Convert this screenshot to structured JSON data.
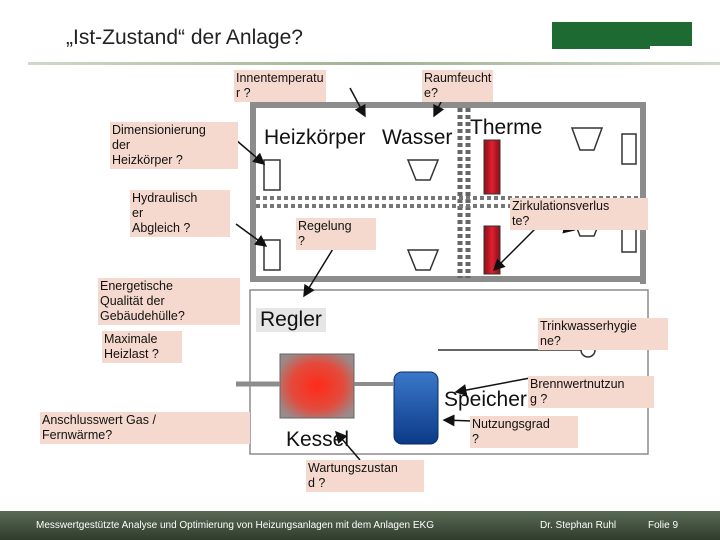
{
  "header": {
    "title": "„Ist-Zustand“ der Anlage?"
  },
  "labels": {
    "innentemperatur": "Innentemperatu\nr ?",
    "raumfeuchte": "Raumfeucht\ne?",
    "dimensionierung": "Dimensionierung\nder\nHeizkörper ?",
    "hydraulisch": "Hydraulisch\ner\nAbgleich ?",
    "energetisch": "Energetische\nQualität der\nGebäudehülle?",
    "maximale": "Maximale\nHeizlast ?",
    "anschluss": "Anschlusswert  Gas /\nFernwärme?",
    "regelung_q": "Regelung\n?",
    "zirkulation": "Zirkulationsverlus\nte?",
    "trinkwasser": "Trinkwasserhygie\nne?",
    "brennwert": "Brennwertnutzun\ng ?",
    "nutzungsgrad": "Nutzungsgrad\n?",
    "wartung": "Wartungszustan\nd ?"
  },
  "diagram": {
    "heizkoerper": "Heizkörper",
    "wasser": "Wasser",
    "therme": "Therme",
    "regler": "Regler",
    "speicher": "Speicher",
    "kessel": "Kessel"
  },
  "footer": {
    "text": "Messwertgestützte Analyse und Optimierung von Heizungsanlagen  mit dem Anlagen EKG",
    "author": "Dr. Stephan Ruhl",
    "slide": "Folie 9"
  },
  "colors": {
    "accent_green": "#1e6a33",
    "label_bg": "#f5d9cf",
    "heater_red": "#cc1f2a"
  }
}
